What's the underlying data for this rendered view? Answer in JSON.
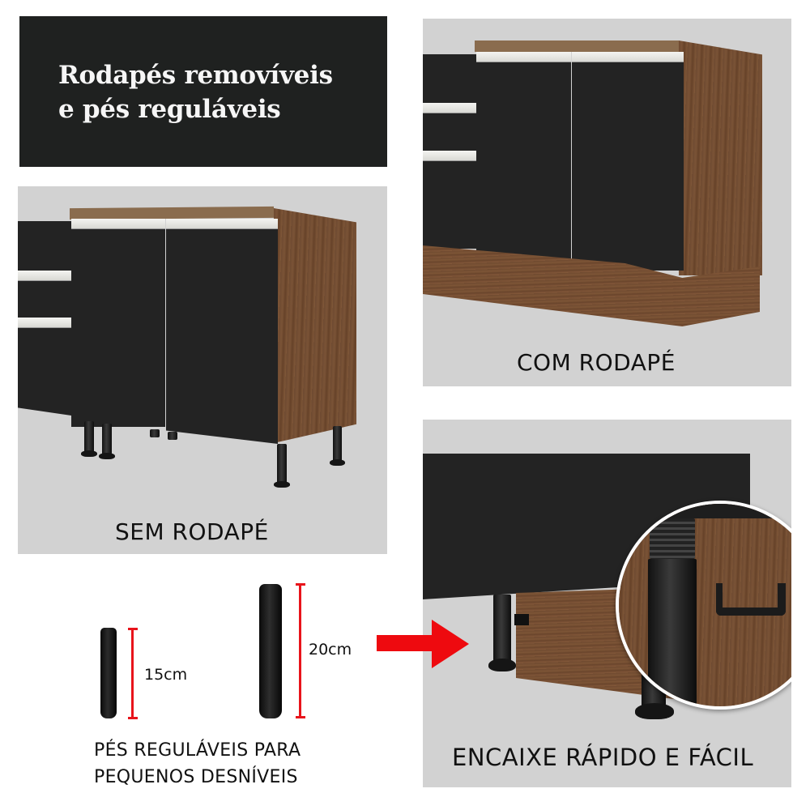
{
  "header": {
    "title_line1": "Rodapés removíveis",
    "title_line2": "e pés reguláveis",
    "background_color": "#1f2120"
  },
  "panels": {
    "without_baseboard": {
      "caption": "SEM RODAPÉ"
    },
    "with_baseboard": {
      "caption": "COM RODAPÉ"
    },
    "quick_fit": {
      "caption": "ENCAIXE RÁPIDO E FÁCIL"
    }
  },
  "legs": {
    "short": {
      "height_label": "15cm"
    },
    "tall": {
      "height_label": "20cm"
    },
    "caption_line1": "PÉS REGULÁVEIS PARA",
    "caption_line2": "PEQUENOS DESNÍVEIS"
  },
  "colors": {
    "panel_bg": "#d2d2d2",
    "cabinet_black": "#232323",
    "wood": "#7a5236",
    "accent_red": "#e8141b"
  }
}
